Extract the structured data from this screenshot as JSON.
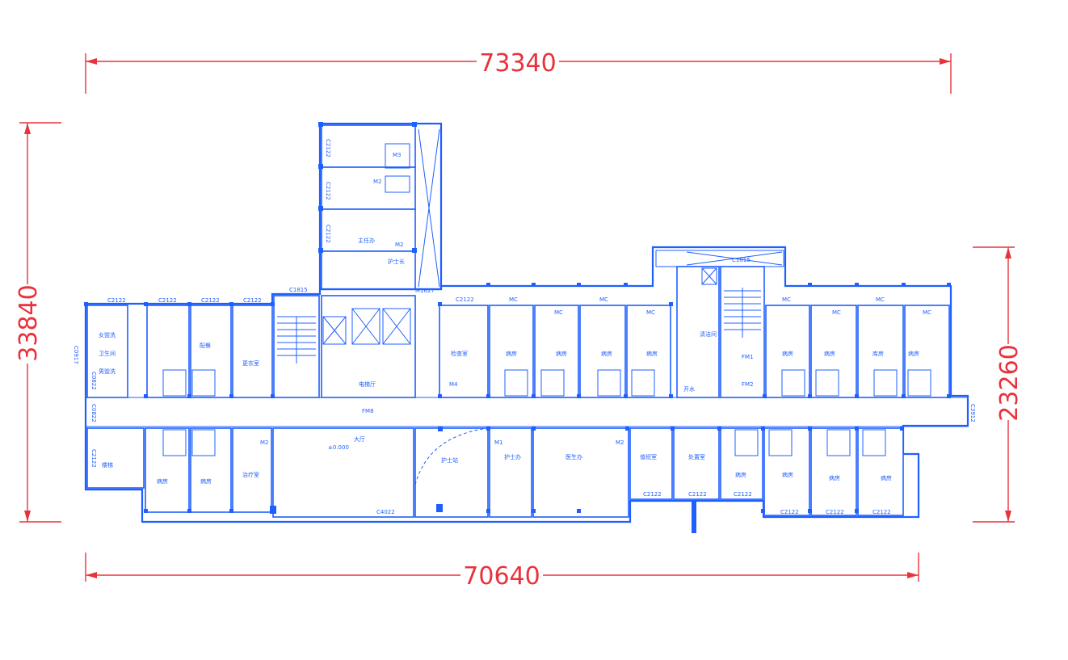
{
  "dimensions": {
    "top": "73340",
    "bottom": "70640",
    "left": "33840",
    "right": "23260"
  },
  "labels": {
    "top_window_1": "C2122",
    "top_window_2": "C2122",
    "top_window_3": "C2122",
    "top_window_4": "C2122",
    "stair_window_left": "C1815",
    "stair_window_right": "C1815",
    "window_left_side": "C0917",
    "window_left_side2": "C0822",
    "window_left_side3": "C0822",
    "window_left_bottom": "C2122",
    "window_right_side": "C3912",
    "bottom_window_main": "C4022",
    "bottom_window_1": "C2122",
    "bottom_window_2": "C2122",
    "bottom_window_3": "C2122",
    "bottom_window_4": "C2122",
    "bottom_window_5": "C2122",
    "bottom_window_6": "C2122",
    "wing_window_1": "C2122",
    "wing_window_2": "C2122",
    "wing_window_3": "C2122",
    "entrance_door": "M1627",
    "door_fm8": "FM8",
    "door_m2": "M2",
    "door_m3": "M3",
    "door_m1": "M1",
    "door_m4": "M4",
    "door_mc": "MC",
    "door_fm1": "FM1",
    "door_fm2": "FM2",
    "room_lobby": "大厅",
    "room_nurse_station": "护士站",
    "room_doctor_office": "医生办",
    "room_nurse_office": "护士办",
    "room_director": "主任办",
    "room_head_nurse": "护士长",
    "room_ward": "病房",
    "room_rest": "值班室",
    "room_treatment": "治疗室",
    "room_disposal": "处置室",
    "room_changing": "更衣室",
    "room_toilet": "卫生间",
    "room_female_wash": "女盥洗",
    "room_male_wash": "男盥洗",
    "room_water": "开水",
    "room_elevator_hall": "电梯厅",
    "room_cleaning": "清洁间",
    "room_exam": "检查室",
    "room_storage": "库房",
    "room_ladder": "楼梯",
    "room_dining": "配餐",
    "level_mark": "±0.000"
  },
  "colors": {
    "plan_line": "#1f5fff",
    "dimension_line": "#e8323c",
    "background": "#ffffff"
  }
}
